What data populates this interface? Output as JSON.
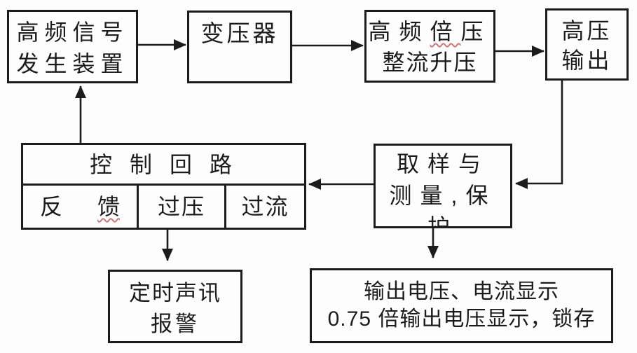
{
  "boxes": {
    "hf_signal": {
      "line1": "高频信号",
      "line2": "发生装置"
    },
    "transformer": {
      "label": "变压器"
    },
    "doubler": {
      "line1_a": "高频",
      "line1_wavy": "倍",
      "line1_b": "压",
      "line2": "整流升压"
    },
    "hv_output": {
      "line1": "高压",
      "line2": "输出"
    },
    "control": {
      "header": "控 制 回 路",
      "feedback_a": "反",
      "feedback_b": "馈",
      "overvoltage": "过压",
      "overcurrent": "过流"
    },
    "sampling": {
      "line1": "取样与",
      "line2": "测量,保",
      "line3": "护"
    },
    "alarm": {
      "line1": "定时声讯",
      "line2": "报警"
    },
    "display": {
      "line1": "输出电压、电流显示",
      "line2": "0.75 倍输出电压显示，锁存"
    }
  },
  "colors": {
    "stroke": "#1c1c1c",
    "spellcheck_underline": "#c87878",
    "background": "#fdfdfd"
  }
}
